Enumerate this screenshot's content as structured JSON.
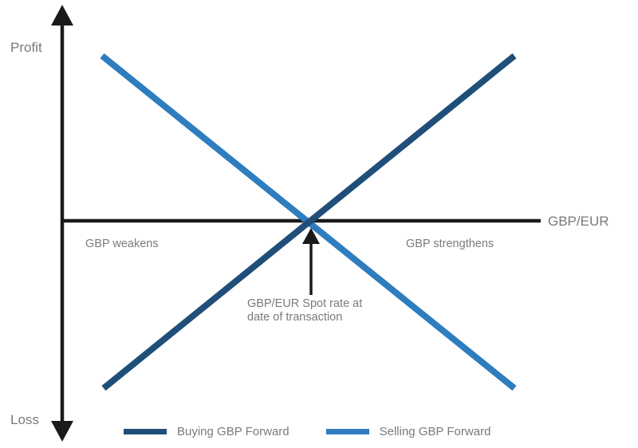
{
  "chart_data": {
    "type": "line",
    "title": "",
    "subtitle": "",
    "xlabel": "GBP/EUR",
    "ylabel_positive": "Profit",
    "ylabel_negative": "Loss",
    "grid": false,
    "legend_position": "bottom",
    "xlim": [
      0,
      1
    ],
    "ylim": [
      -1,
      1
    ],
    "x": [
      0,
      0.5,
      1
    ],
    "series": [
      {
        "name": "Buying GBP Forward",
        "color": "#1F4E79",
        "values": [
          -0.77,
          0,
          0.77
        ],
        "description": "Upward sloping line: loss when GBP weakens, profit when GBP strengthens"
      },
      {
        "name": "Selling GBP Forward",
        "color": "#2E7DBE",
        "values": [
          0.77,
          0,
          -0.77
        ],
        "description": "Downward sloping line: profit when GBP weakens, loss when GBP strengthens"
      }
    ],
    "annotations": [
      {
        "name": "spot-rate-annotation",
        "text_lines": [
          "GBP/EUR Spot rate at",
          "date of transaction"
        ],
        "points_to_x": 0.5,
        "points_to_y": 0
      },
      {
        "name": "left-zone",
        "text": "GBP weakens"
      },
      {
        "name": "right-zone",
        "text": "GBP strengthens"
      }
    ],
    "colors": {
      "axis": "#1a1a1a",
      "text": "#7a7a7a",
      "buying_gbp_forward": "#1F4E79",
      "selling_gbp_forward": "#2E7DBE",
      "background": "#ffffff"
    }
  },
  "axes": {
    "y_top_label": "Profit",
    "y_bottom_label": "Loss",
    "x_label": "GBP/EUR"
  },
  "zones": {
    "left": "GBP weakens",
    "right": "GBP strengthens"
  },
  "annotation": {
    "line1": "GBP/EUR Spot rate at",
    "line2": "date of transaction"
  },
  "legend": {
    "items": [
      {
        "label": "Buying GBP Forward",
        "color": "#1F4E79"
      },
      {
        "label": "Selling GBP Forward",
        "color": "#2E7DBE"
      }
    ]
  }
}
